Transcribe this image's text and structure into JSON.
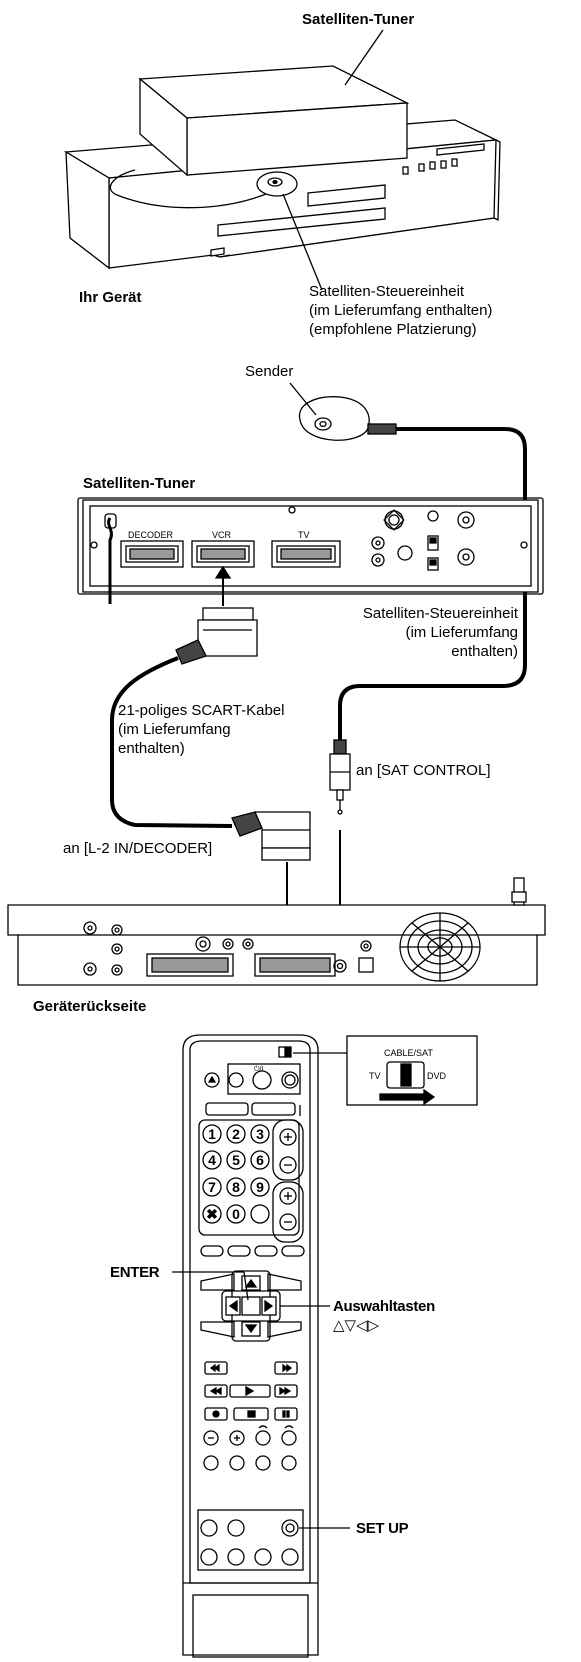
{
  "figure1": {
    "tuner_label": "Satelliten-Tuner",
    "device_label": "Ihr Gerät",
    "controller_lines": [
      "Satelliten-Steuereinheit",
      "(im Lieferumfang enthalten)",
      "(empfohlene Platzierung)"
    ]
  },
  "figure2": {
    "sender_label": "Sender",
    "tuner_label": "Satelliten-Tuner",
    "scart_labels": [
      "DECODER",
      "VCR",
      "TV"
    ],
    "controller_lines": [
      "Satelliten-Steuereinheit",
      "(im Lieferumfang",
      "enthalten)"
    ],
    "cable_lines": [
      "21-poliges SCART-Kabel",
      "(im Lieferumfang",
      "enthalten)"
    ],
    "sat_control_label": "an [SAT CONTROL]",
    "l2_label": "an [L-2 IN/DECODER]",
    "rear_label": "Geräterückseite"
  },
  "figure3": {
    "switch_title": "CABLE/SAT",
    "switch_left": "TV",
    "switch_right": "DVD",
    "power_label": "⏻/I",
    "enter_label": "ENTER",
    "select_label": "Auswahltasten",
    "select_symbols": "△▽◁▷",
    "setup_label": "SET UP",
    "number_keys": [
      "1",
      "2",
      "3",
      "4",
      "5",
      "6",
      "7",
      "8",
      "9",
      "✖",
      "0"
    ]
  }
}
